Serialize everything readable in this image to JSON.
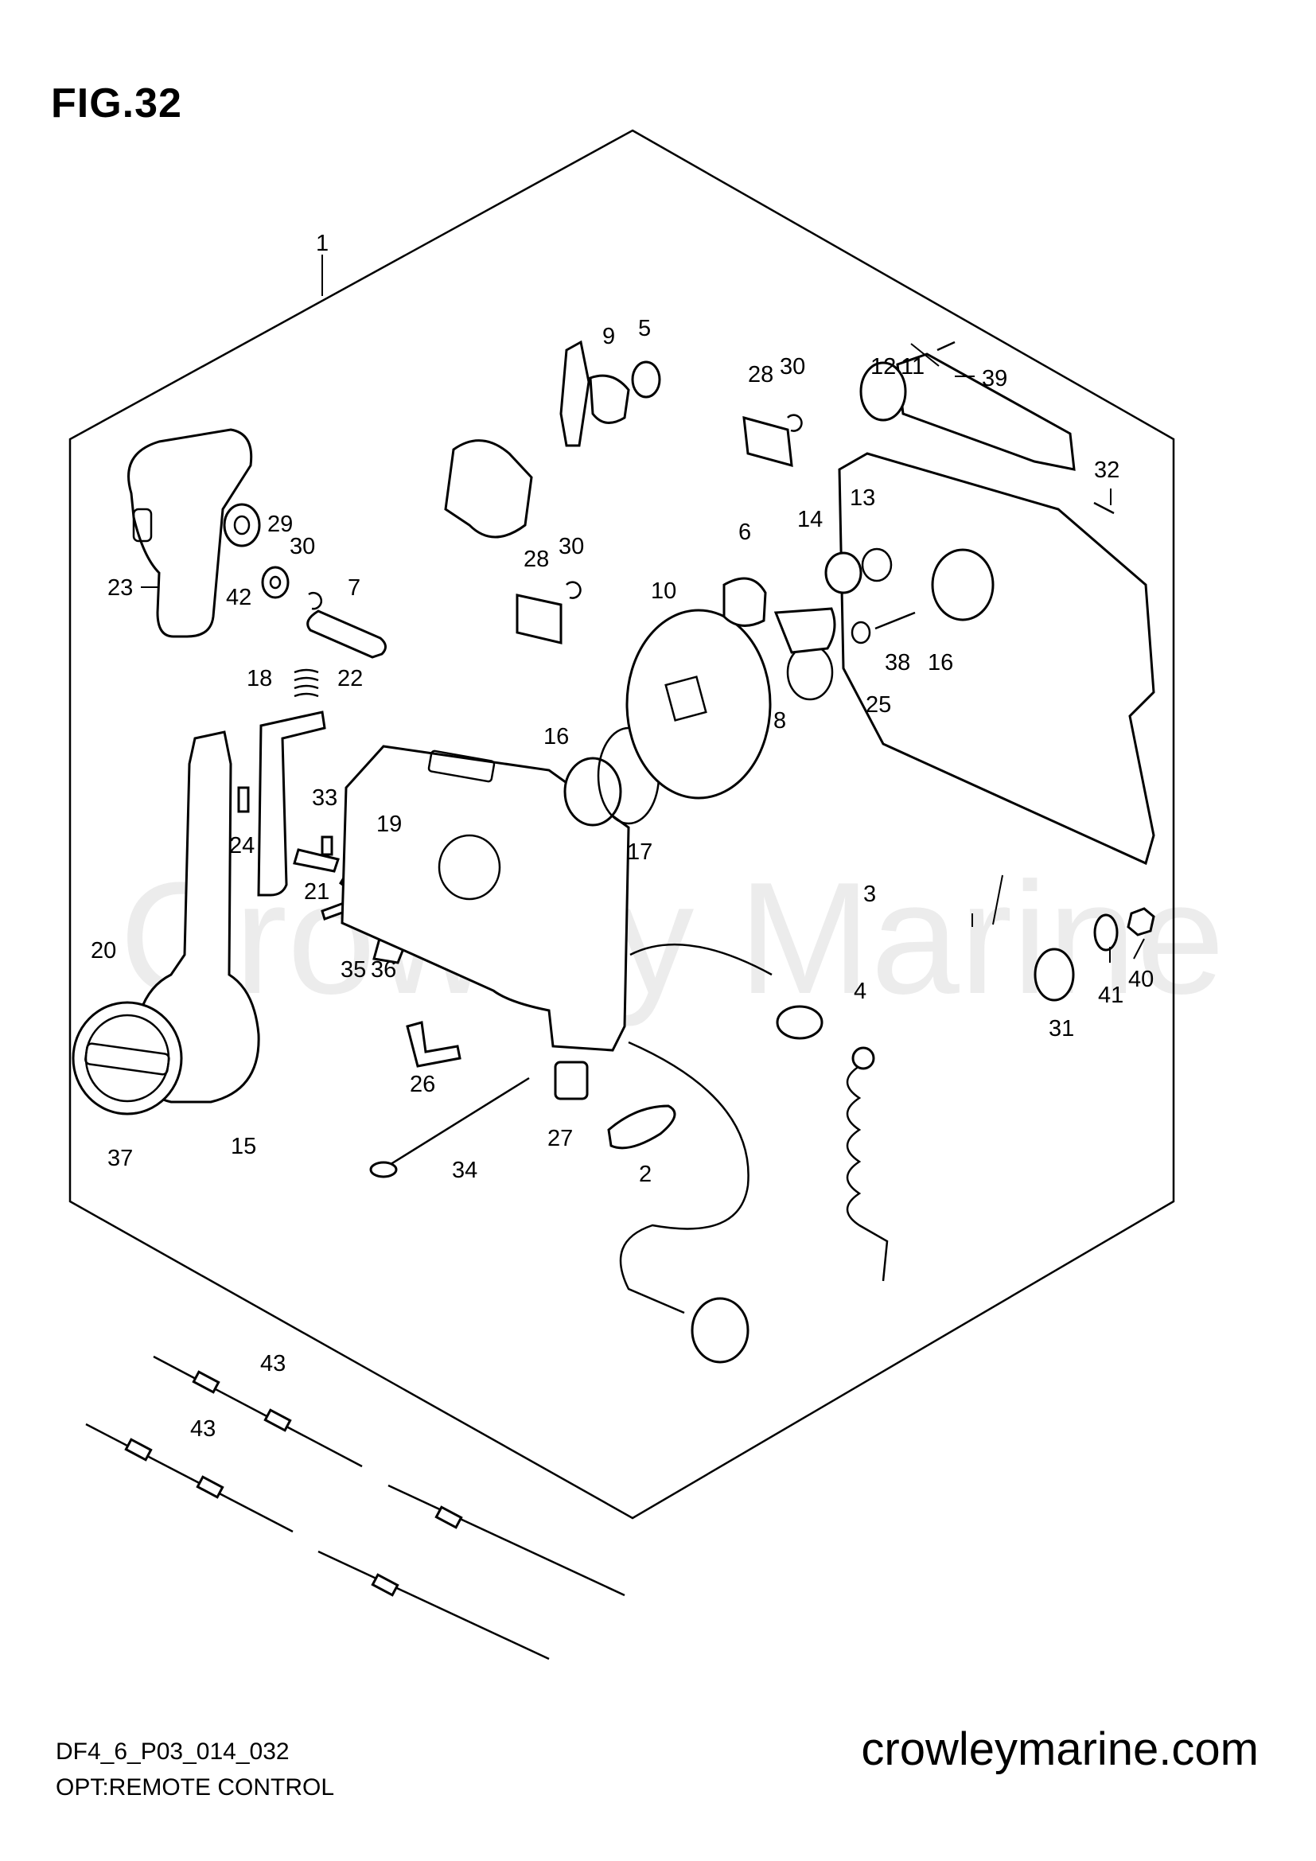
{
  "figure": {
    "title": "FIG.32",
    "drawing_code": "DF4_6_P03_014_032",
    "description": "OPT:REMOTE CONTROL"
  },
  "branding": {
    "website": "crowleymarine.com",
    "watermark": "Crowley Marine"
  },
  "callouts": [
    {
      "label": "1"
    },
    {
      "label": "9"
    },
    {
      "label": "5"
    },
    {
      "label": "28"
    },
    {
      "label": "30"
    },
    {
      "label": "12"
    },
    {
      "label": "11"
    },
    {
      "label": "39"
    },
    {
      "label": "32"
    },
    {
      "label": "13"
    },
    {
      "label": "14"
    },
    {
      "label": "6"
    },
    {
      "label": "10"
    },
    {
      "label": "29"
    },
    {
      "label": "30"
    },
    {
      "label": "28"
    },
    {
      "label": "30"
    },
    {
      "label": "23"
    },
    {
      "label": "42"
    },
    {
      "label": "7"
    },
    {
      "label": "18"
    },
    {
      "label": "22"
    },
    {
      "label": "38"
    },
    {
      "label": "16"
    },
    {
      "label": "25"
    },
    {
      "label": "8"
    },
    {
      "label": "16"
    },
    {
      "label": "17"
    },
    {
      "label": "33"
    },
    {
      "label": "19"
    },
    {
      "label": "24"
    },
    {
      "label": "21"
    },
    {
      "label": "20"
    },
    {
      "label": "35"
    },
    {
      "label": "36"
    },
    {
      "label": "3"
    },
    {
      "label": "4"
    },
    {
      "label": "31"
    },
    {
      "label": "41"
    },
    {
      "label": "40"
    },
    {
      "label": "26"
    },
    {
      "label": "37"
    },
    {
      "label": "15"
    },
    {
      "label": "34"
    },
    {
      "label": "27"
    },
    {
      "label": "2"
    },
    {
      "label": "43"
    },
    {
      "label": "43"
    }
  ]
}
